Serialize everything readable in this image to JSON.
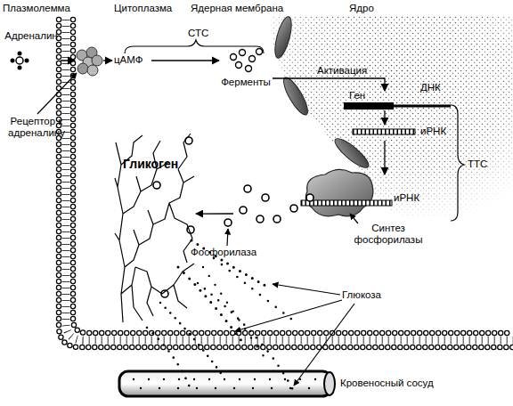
{
  "diagram": {
    "nodes": [
      {
        "text": [
          "Адреналин"
        ]
      },
      {
        "text": [
          "Рецептор к адреналину"
        ]
      },
      {
        "text": [
          "цАМФ"
        ]
      },
      {
        "text": [
          "Ферменты"
        ]
      },
      {
        "text": [
          "Ген",
          "ДНК"
        ]
      },
      {
        "text": [
          "иРНК"
        ]
      },
      {
        "text": [
          "иРНК",
          "Синтез фосфорилазы"
        ]
      },
      {
        "text": [
          "Фосфорилаза"
        ]
      },
      {
        "text": [
          "Гликоген"
        ]
      },
      {
        "text": [
          "Кровеносный сосуд"
        ]
      }
    ],
    "edges": [
      {
        "from": 0,
        "to": 1,
        "arrow": "to"
      },
      {
        "from": 1,
        "to": 2,
        "arrow": "to"
      },
      {
        "from": 2,
        "to": 3,
        "arrow": "to"
      },
      {
        "from": 3,
        "to": 4,
        "label": "Активация",
        "arrow": "to"
      },
      {
        "from": 4,
        "to": 5,
        "arrow": "to"
      },
      {
        "from": 5,
        "to": 6,
        "arrow": "to"
      },
      {
        "from": 7,
        "to": 8,
        "arrow": "to"
      }
    ],
    "labels": [
      "Плазмолемма",
      "Цитоплазма",
      "Ядерная мембрана",
      "Ядро",
      "СТС",
      "ТТС",
      "Глюкоза"
    ]
  }
}
